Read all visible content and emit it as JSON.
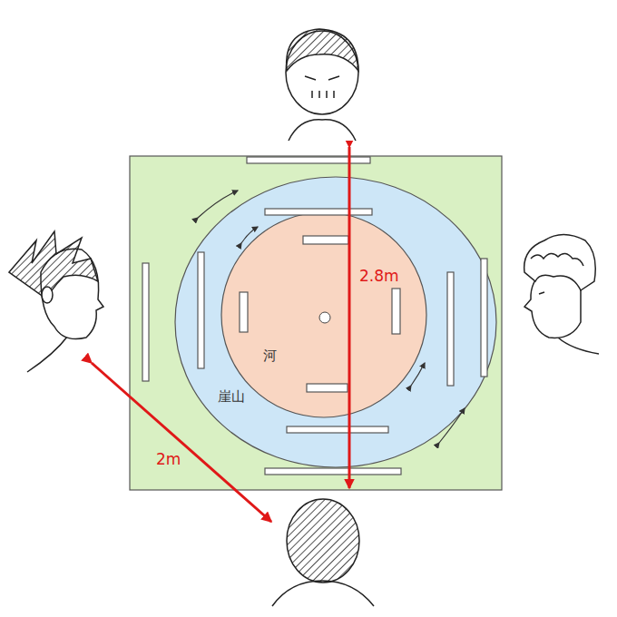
{
  "diagram": {
    "labels": [
      "2.8m",
      "2m",
      "河",
      "崖山"
    ]
  }
}
